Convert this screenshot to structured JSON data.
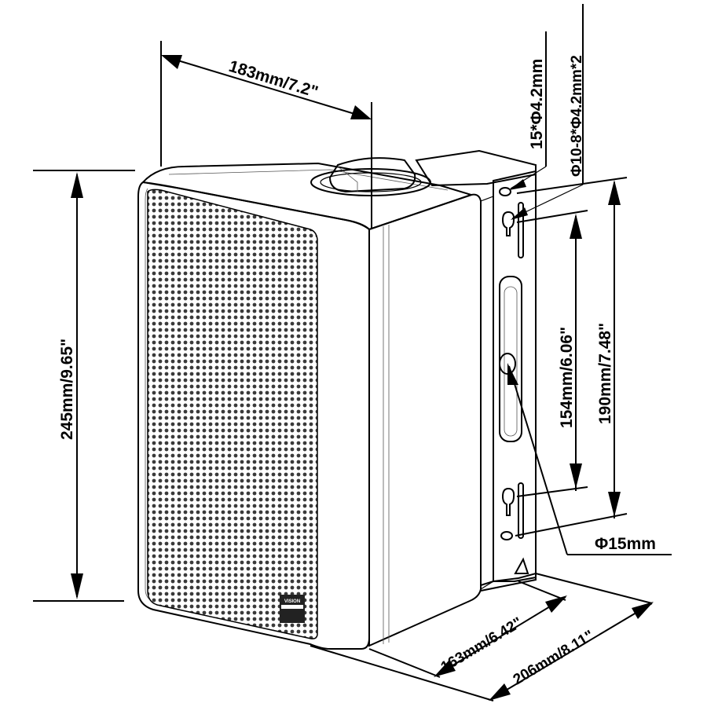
{
  "dimensions": {
    "width_top": "183mm/7.2\"",
    "height_total": "245mm/9.65\"",
    "depth_inner": "163mm/6.42\"",
    "depth_total": "206mm/8.11\"",
    "hole_spacing_inner": "154mm/6.06\"",
    "hole_spacing_outer": "190mm/7.48\"",
    "slot_holes": "15*Φ4.2mm",
    "keyhole_holes": "Φ10-8*Φ4.2mm*2",
    "center_hole": "Φ15mm"
  },
  "logo": {
    "text": "VISION"
  }
}
